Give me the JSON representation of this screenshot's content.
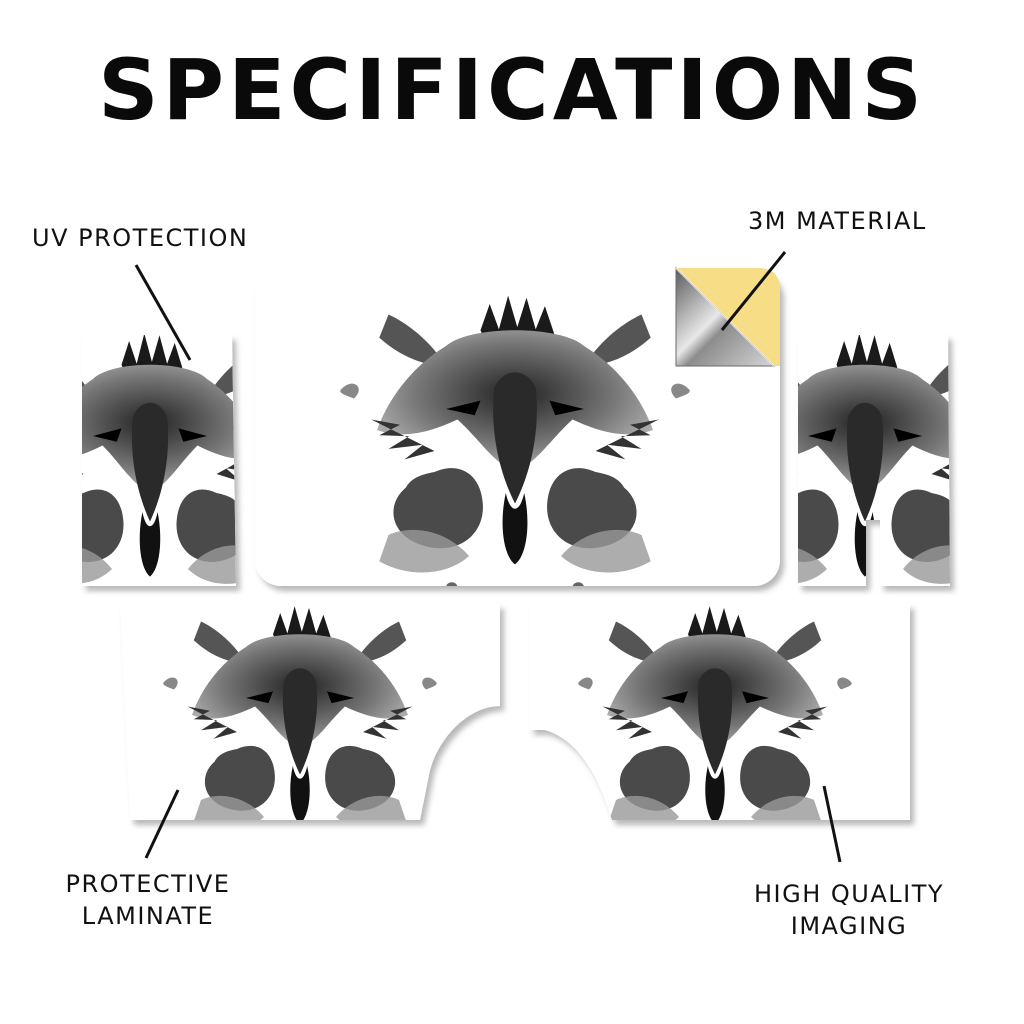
{
  "title": "SPECIFICATIONS",
  "callouts": {
    "uv_protection": "UV PROTECTION",
    "material": "3M MATERIAL",
    "laminate_line1": "PROTECTIVE",
    "laminate_line2": "LAMINATE",
    "imaging_line1": "HIGH QUALITY",
    "imaging_line2": "IMAGING"
  },
  "colors": {
    "adhesive_backing": "#f7dd85",
    "foil_silver": "#9a9a9a",
    "shadow": "#bdbdbd",
    "ink": "#1a1a1a"
  },
  "icons": [
    "inkblot-wolf-art",
    "peel-corner-icon"
  ]
}
